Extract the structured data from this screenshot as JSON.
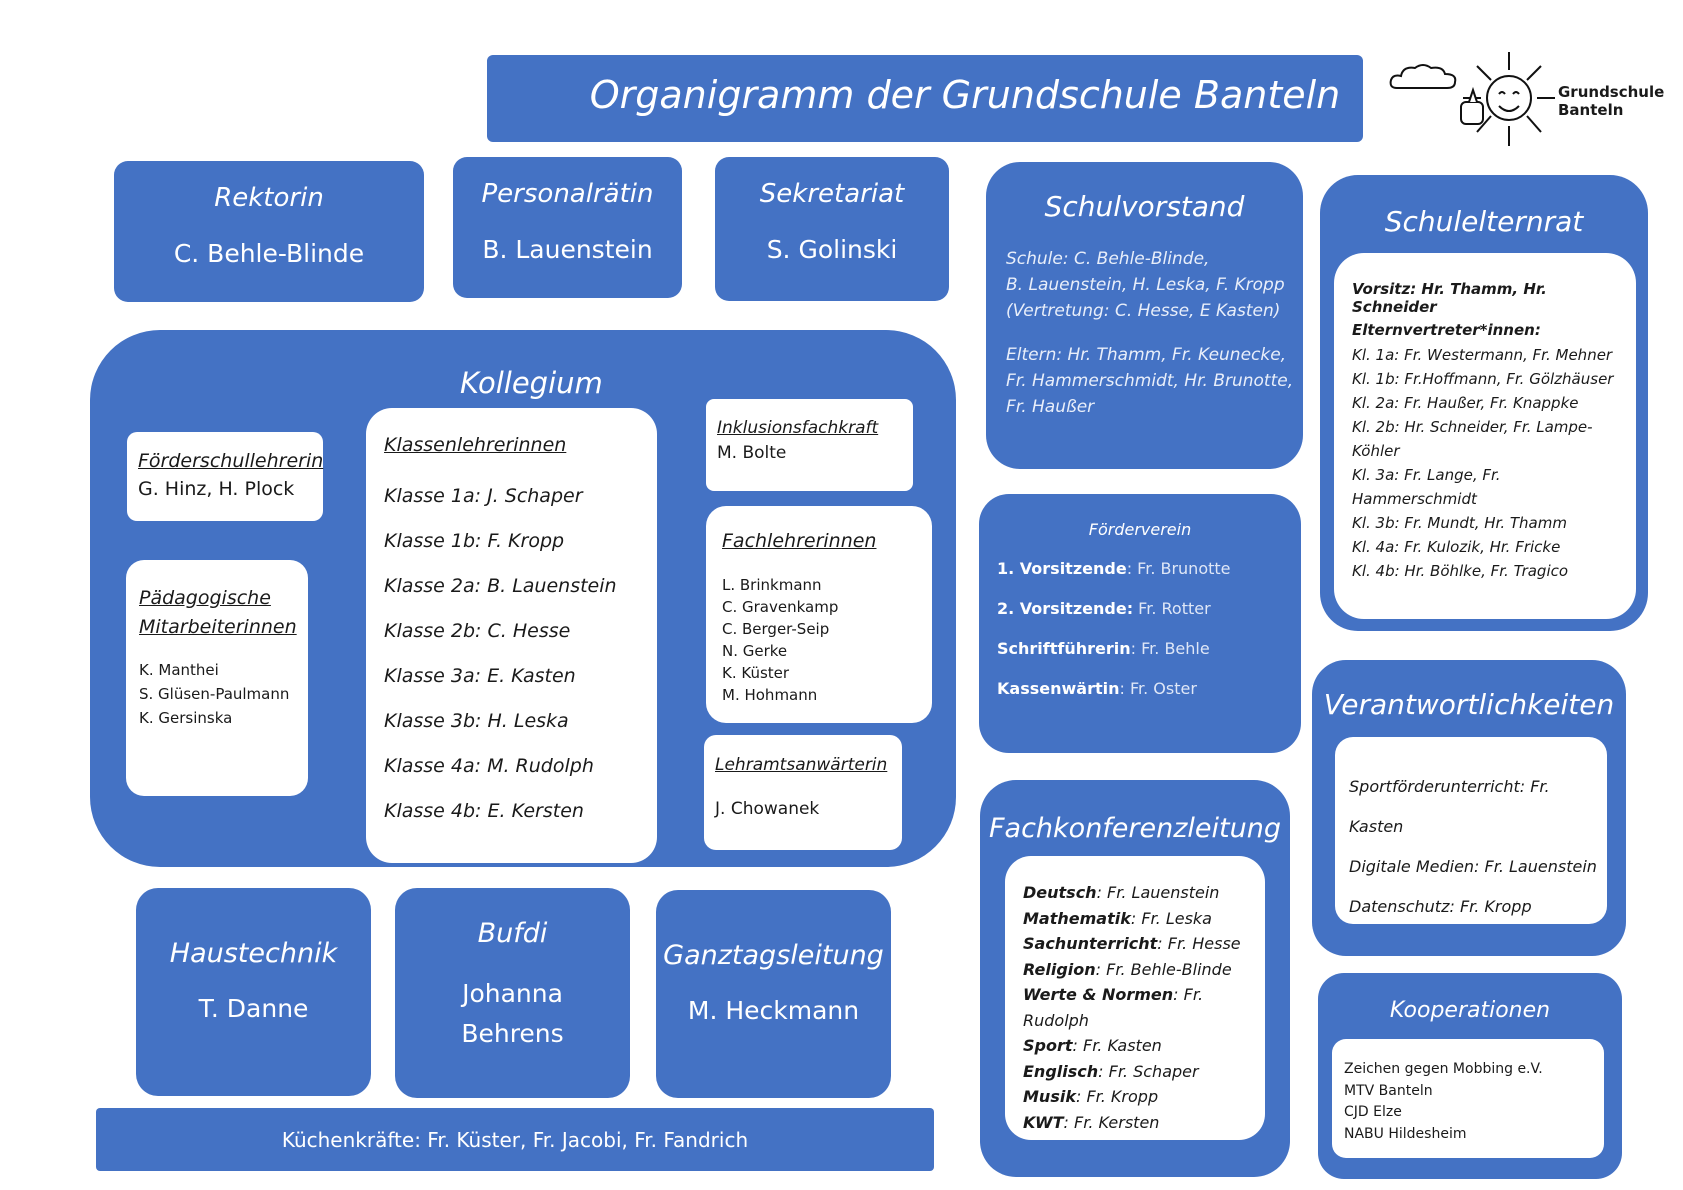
{
  "title": "Organigramm der Grundschule Banteln",
  "logo": {
    "line1": "Grundschule",
    "line2": "Banteln"
  },
  "rektorin": {
    "title": "Rektorin",
    "name": "C. Behle-Blinde"
  },
  "personalraetin": {
    "title": "Personalrätin",
    "name": "B. Lauenstein"
  },
  "sekretariat": {
    "title": "Sekretariat",
    "name": "S. Golinski"
  },
  "schulvorstand": {
    "title": "Schulvorstand",
    "schule": [
      "Schule: C. Behle-Blinde,",
      "B. Lauenstein, H. Leska, F. Kropp",
      "(Vertretung: C. Hesse, E Kasten)"
    ],
    "eltern": [
      "Eltern: Hr. Thamm, Fr.  Keunecke,",
      "Fr. Hammerschmidt, Hr. Brunotte,",
      "Fr. Haußer"
    ]
  },
  "schulelternrat": {
    "title": "Schulelternrat",
    "vorsitz": "Vorsitz: Hr. Thamm, Hr. Schneider",
    "vertreter_heading": "Elternvertreter*innen:",
    "lines": [
      "Kl. 1a: Fr. Westermann, Fr. Mehner",
      "Kl. 1b: Fr.Hoffmann, Fr. Gölzhäuser",
      "Kl. 2a: Fr. Haußer, Fr. Knappke",
      "Kl. 2b: Hr. Schneider, Fr. Lampe-",
      "Köhler",
      "Kl. 3a: Fr. Lange, Fr.",
      "Hammerschmidt",
      "Kl. 3b: Fr. Mundt, Hr. Thamm",
      "Kl. 4a: Fr. Kulozik, Hr. Fricke",
      "Kl. 4b: Hr. Böhlke, Fr. Tragico"
    ]
  },
  "kollegium": {
    "title": "Kollegium",
    "foerderschul": {
      "heading": "Förderschullehrerin",
      "names": "G. Hinz, H. Plock"
    },
    "paedagogisch": {
      "heading1": "Pädagogische",
      "heading2": "Mitarbeiterinnen",
      "names": [
        "K. Manthei",
        "S. Glüsen-Paulmann",
        "K. Gersinska"
      ]
    },
    "klassen": {
      "heading": "Klassenlehrerinnen",
      "lines": [
        "Klasse 1a: J. Schaper",
        "Klasse 1b: F. Kropp",
        "Klasse 2a: B. Lauenstein",
        "Klasse 2b: C. Hesse",
        "Klasse 3a: E. Kasten",
        "Klasse 3b: H. Leska",
        "Klasse 4a: M. Rudolph",
        "Klasse 4b: E. Kersten"
      ]
    },
    "inklusion": {
      "heading": "Inklusionsfachkraft",
      "name": "M. Bolte"
    },
    "fachlehrer": {
      "heading": "Fachlehrerinnen",
      "names": [
        "L. Brinkmann",
        "C. Gravenkamp",
        "C. Berger-Seip",
        "N. Gerke",
        "K. Küster",
        "M. Hohmann"
      ]
    },
    "lehramt": {
      "heading": "Lehramtsanwärterin",
      "name": "J. Chowanek"
    }
  },
  "foerderverein": {
    "title": "Förderverein",
    "rows": [
      {
        "label": "1. Vorsitzende",
        "value": ": Fr. Brunotte"
      },
      {
        "label": "2. Vorsitzende:",
        "value": " Fr. Rotter"
      },
      {
        "label": "Schriftführerin",
        "value": ": Fr. Behle"
      },
      {
        "label": "Kassenwärtin",
        "value": ": Fr. Oster"
      }
    ]
  },
  "verantwortlich": {
    "title": "Verantwortlichkeiten",
    "lines": [
      "Sportförderunterricht: Fr. Kasten",
      "Digitale Medien: Fr. Lauenstein",
      "Datenschutz: Fr. Kropp"
    ]
  },
  "fachkonferenz": {
    "title": "Fachkonferenzleitung",
    "rows": [
      {
        "subject": "Deutsch",
        "person": ": Fr. Lauenstein"
      },
      {
        "subject": "Mathematik",
        "person": ": Fr. Leska"
      },
      {
        "subject": "Sachunterricht",
        "person": ": Fr. Hesse"
      },
      {
        "subject": "Religion",
        "person": ": Fr. Behle-Blinde"
      },
      {
        "subject": "Werte & Normen",
        "person": ": Fr. Rudolph"
      },
      {
        "subject": "Sport",
        "person": ": Fr. Kasten"
      },
      {
        "subject": "Englisch",
        "person": ": Fr. Schaper"
      },
      {
        "subject": "Musik",
        "person": ": Fr. Kropp"
      },
      {
        "subject": "KWT",
        "person": ": Fr. Kersten"
      }
    ]
  },
  "kooperationen": {
    "title": "Kooperationen",
    "lines": [
      "Zeichen gegen Mobbing e.V.",
      "MTV Banteln",
      "CJD Elze",
      "NABU Hildesheim"
    ]
  },
  "haustechnik": {
    "title": "Haustechnik",
    "name": "T. Danne"
  },
  "bufdi": {
    "title": "Bufdi",
    "name1": "Johanna",
    "name2": "Behrens"
  },
  "ganztag": {
    "title": "Ganztagsleitung",
    "name": "M. Heckmann"
  },
  "kueche": "Küchenkräfte: Fr. Küster, Fr. Jacobi, Fr. Fandrich",
  "colors": {
    "box": "#4472c4",
    "white": "#ffffff"
  },
  "icons": [
    "sun-logo-icon",
    "cloud-icon",
    "thumbs-up-icon"
  ]
}
